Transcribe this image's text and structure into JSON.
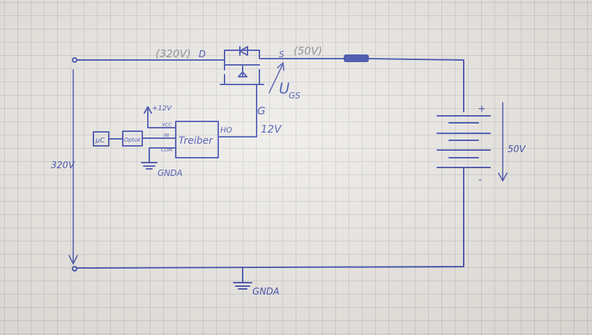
{
  "labels": {
    "drain": "D",
    "drain_voltage": "(320V)",
    "source": "S",
    "source_voltage": "(50V)",
    "ugs_u": "U",
    "ugs_sub": "GS",
    "gate": "G",
    "gate_voltage": "12V",
    "driver": "Treiber",
    "driver_vcc": "VCC",
    "driver_in": "IN",
    "driver_com": "COM",
    "driver_ho": "HO",
    "supply": "+12V",
    "mc": "µC",
    "optok": "Optok",
    "gnda_driver": "GNDA",
    "gnda_main": "GNDA",
    "voltage_left": "320V",
    "battery_plus": "+",
    "battery_minus": "-",
    "battery_voltage": "50V"
  },
  "colors": {
    "ink": "#2a3aa6",
    "paper": "#eceae6",
    "pencil": "#7c7c86"
  }
}
